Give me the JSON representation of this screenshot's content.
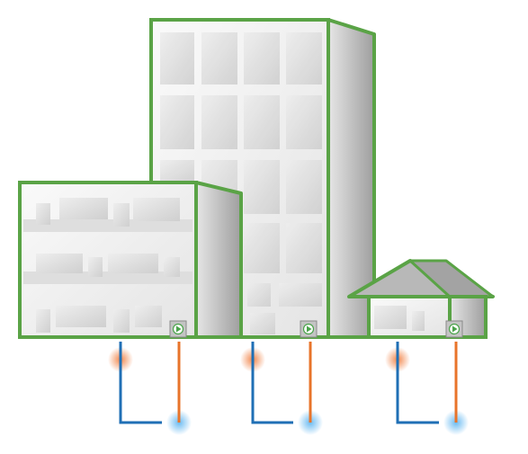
{
  "diagram": {
    "description_items": {
      "buildings": [
        "tall-office-building",
        "low-office-building",
        "small-house"
      ],
      "loop_count": 3
    },
    "colors": {
      "outline": "#5aa346",
      "wall_light": "#f2f2f2",
      "wall_mid": "#dcdcdc",
      "wall_dark": "#a9a9a9",
      "window": "#d9d9d9",
      "roof": "#b5b5b5",
      "pipe_cold": "#1f6fb5",
      "pipe_hot": "#e8742a",
      "glow_hot": "#f5a070",
      "glow_cold": "#8cc8f0",
      "unit_box": "#c8c8c8",
      "unit_icon": "#4aa34a"
    },
    "icons": [
      "heat-pump-unit-icon",
      "heat-pump-unit-icon",
      "heat-pump-unit-icon"
    ]
  }
}
